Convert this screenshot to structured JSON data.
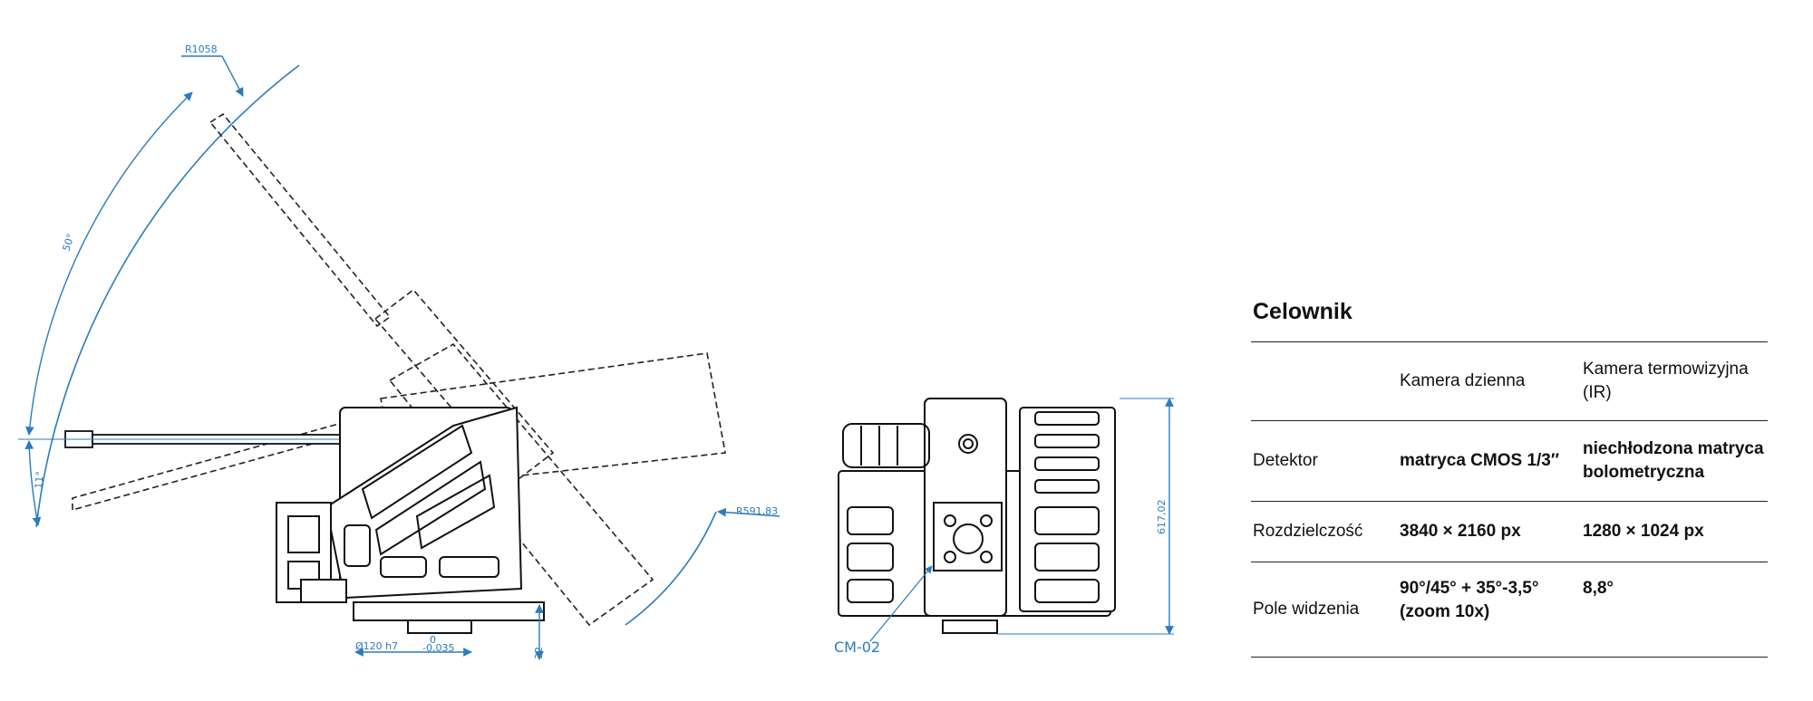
{
  "dimensions": {
    "r1058": "R1058",
    "angle_50": "50°",
    "angle_11": "11°",
    "r591": "R591,83",
    "shaft": "Ø120 h7",
    "shaft_tol_top": "0",
    "shaft_tol_bottom": "-0,035",
    "h32": "32",
    "h617": "617,02",
    "cm02": "CM-02"
  },
  "spec": {
    "title": "Celownik",
    "columns": [
      "",
      "Kamera dzienna",
      "Kamera termowizyjna (IR)"
    ],
    "rows": [
      {
        "label": "Detektor",
        "day": "matryca CMOS 1/3″",
        "ir": "niechłodzona matryca bolometryczna"
      },
      {
        "label": "Rozdzielczość",
        "day": "3840 × 2160 px",
        "ir": "1280 × 1024 px"
      },
      {
        "label": "Pole widzenia",
        "day": "90°/45° + 35°-3,5° (zoom 10x)",
        "ir": "8,8°"
      }
    ]
  },
  "colors": {
    "dimension": "#2a7bbf",
    "line": "#1a1a1a"
  }
}
